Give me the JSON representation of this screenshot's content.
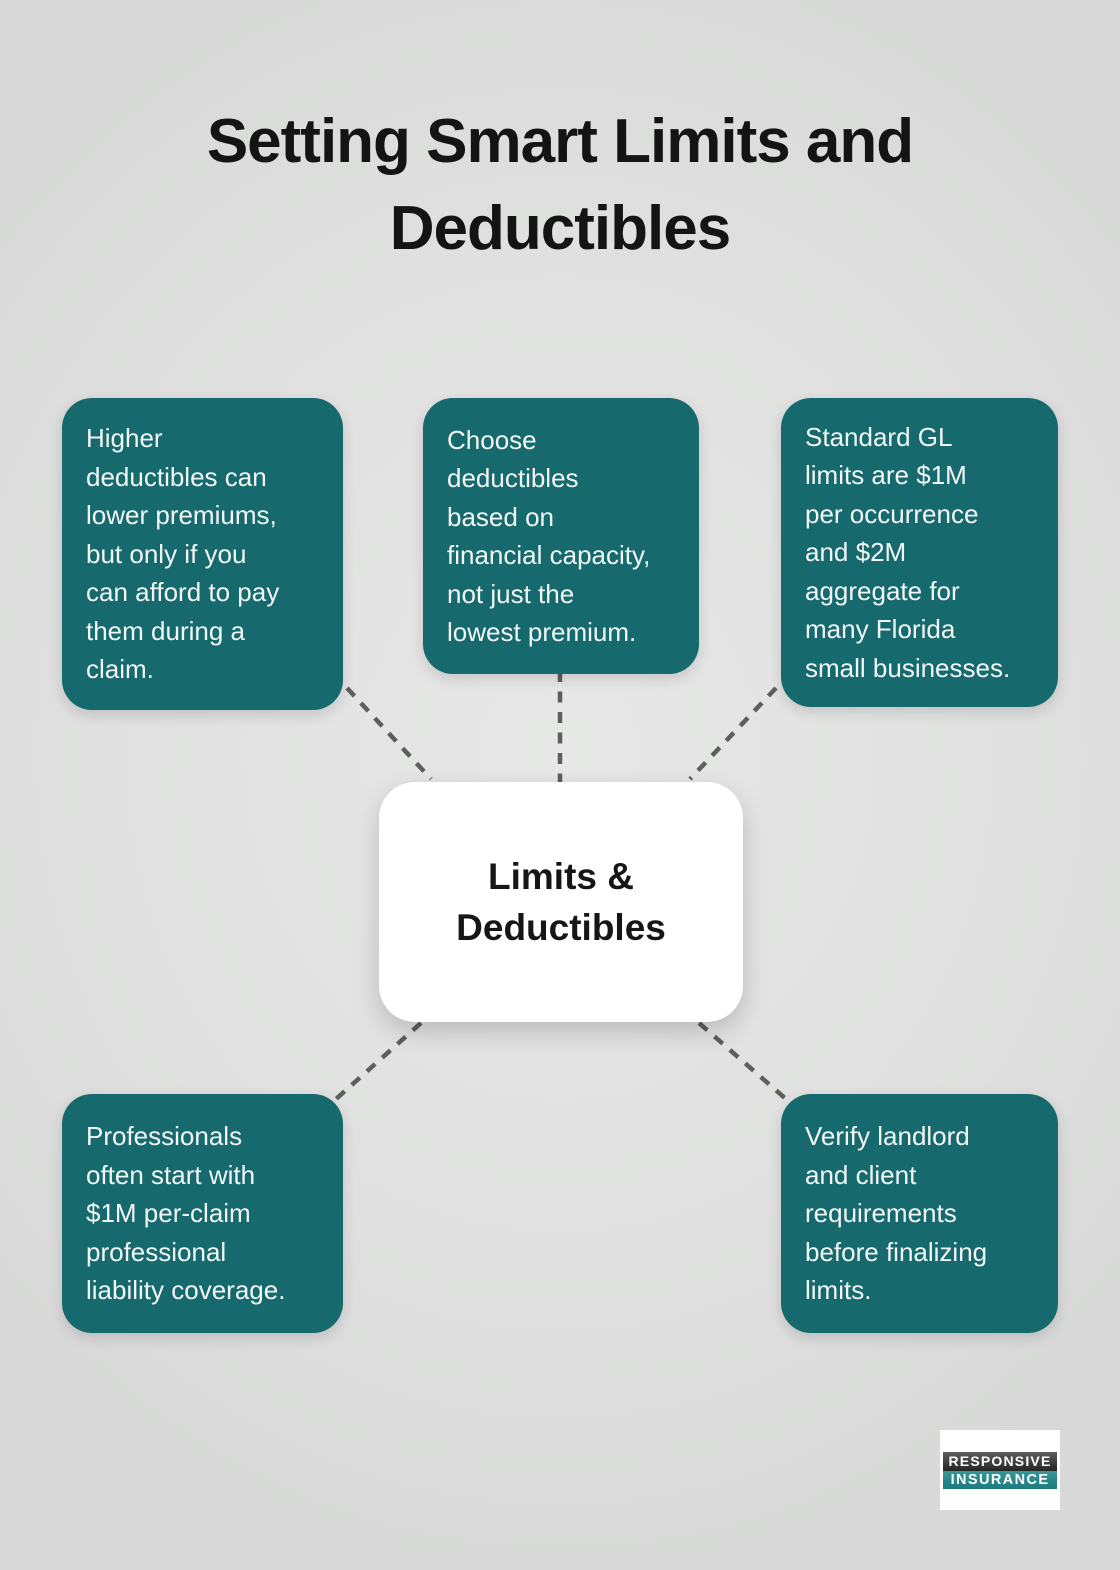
{
  "page": {
    "title": "Setting Smart Limits and\nDeductibles"
  },
  "center": {
    "label": "Limits &\nDeductibles"
  },
  "nodes": [
    {
      "id": "top-left",
      "text": "Higher\ndeductibles can\nlower premiums,\nbut only if you\ncan afford to pay\nthem during a\nclaim."
    },
    {
      "id": "top-middle",
      "text": "Choose\ndeductibles\nbased on\nfinancial capacity,\nnot just the\nlowest premium."
    },
    {
      "id": "top-right",
      "text": "Standard GL\nlimits are $1M\nper occurrence\nand $2M\naggregate for\nmany Florida\nsmall businesses."
    },
    {
      "id": "bottom-left",
      "text": "Professionals\noften start with\n$1M per-claim\nprofessional\nliability coverage."
    },
    {
      "id": "bottom-right",
      "text": "Verify landlord\nand client\nrequirements\nbefore finalizing\nlimits."
    }
  ],
  "logo": {
    "line1": "RESPONSIVE",
    "line2": "INSURANCE"
  },
  "colors": {
    "background": "#dfe0df",
    "node": "#166a6d",
    "node_text": "#f2f6f6",
    "center_bg": "#ffffff",
    "center_text": "#161616",
    "title": "#141414",
    "connector": "#5e5e5e",
    "logo_dark": "#3a3a3a",
    "logo_teal": "#2b8a8d"
  }
}
